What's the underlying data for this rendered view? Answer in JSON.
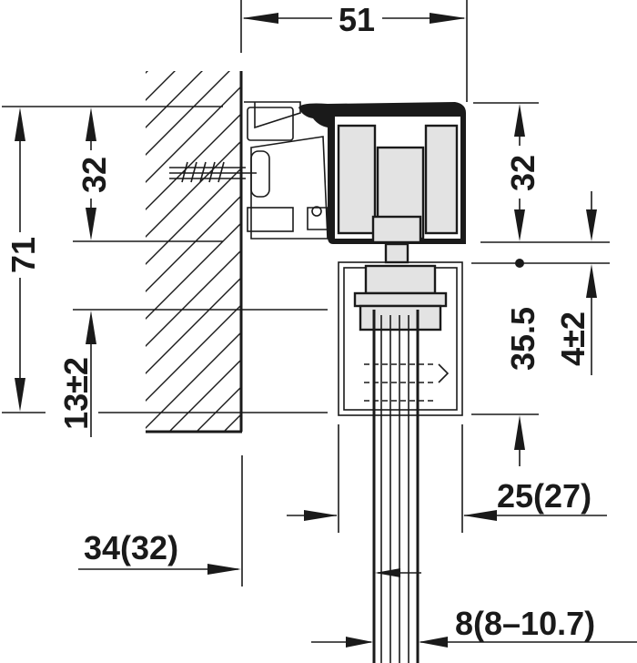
{
  "drawing": {
    "title": "Sliding door fitting cross-section dimension drawing",
    "units": "mm",
    "colors": {
      "line": "#1a1a1a",
      "part_fill": "#e3e3e3",
      "background": "#ffffff"
    }
  },
  "dimensions": {
    "top_width": "51",
    "left_total_height": "71",
    "left_upper_height": "32",
    "left_lower_adjust": "13±2",
    "right_upper_height": "32",
    "right_rail_height": "35.5",
    "right_adjust": "4±2",
    "wall_to_door": "34(32)",
    "rail_width": "25(27)",
    "door_thickness": "8(8–10.7)"
  }
}
